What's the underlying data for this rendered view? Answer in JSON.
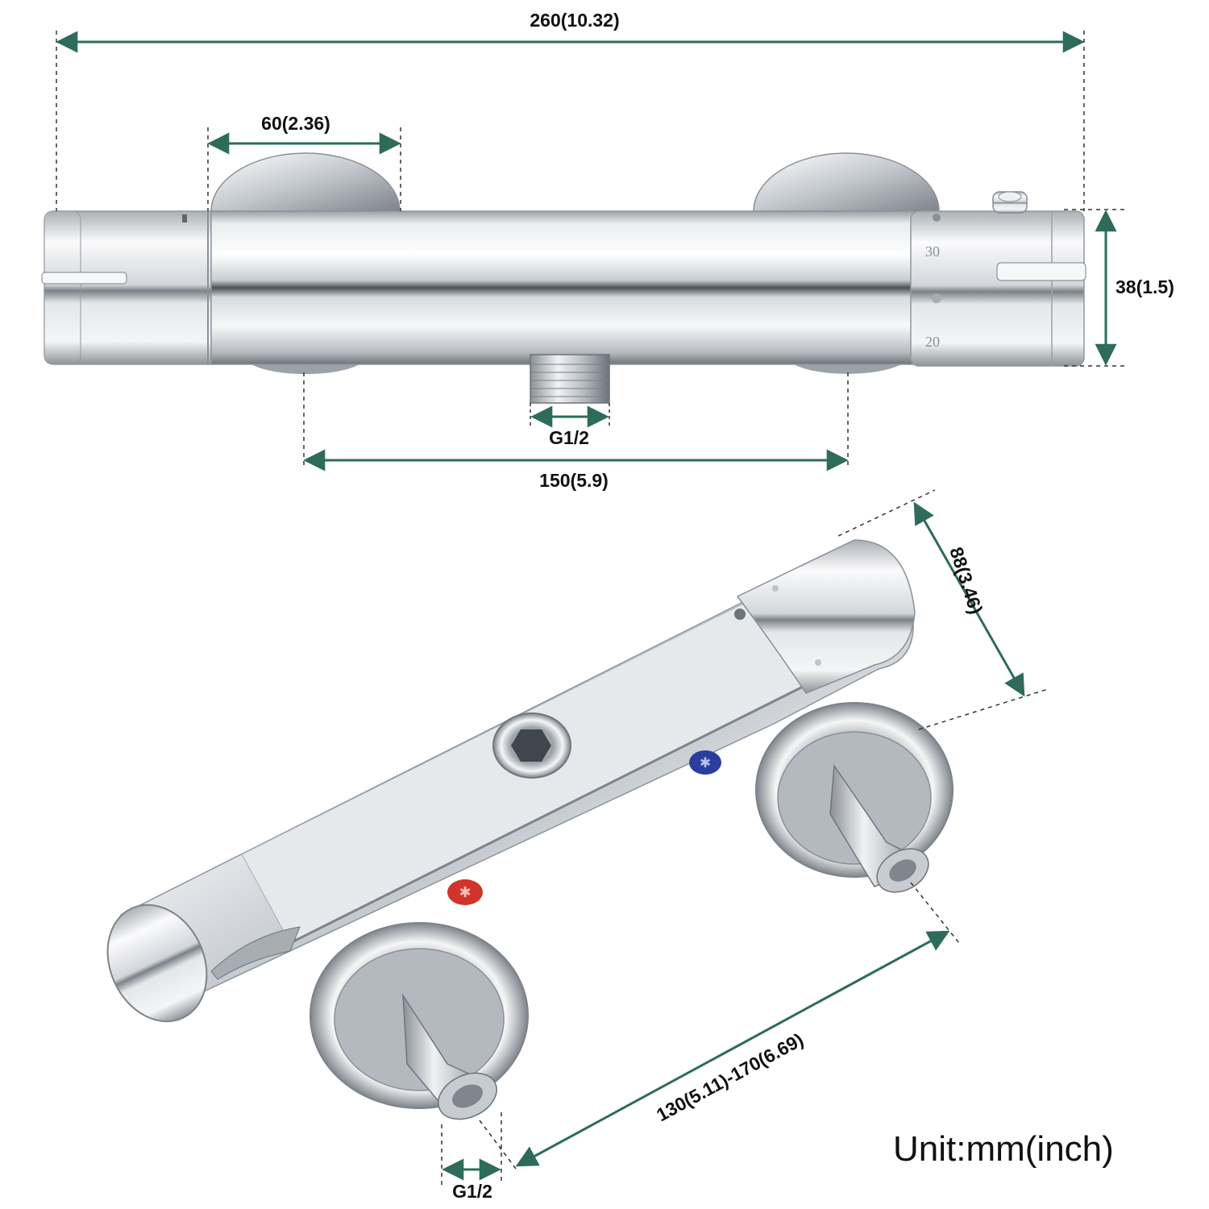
{
  "dimensions": {
    "total_length": "260(10.32)",
    "wall_flange_diameter": "60(2.36)",
    "body_diameter": "38(1.5)",
    "outlet_thread": "G1/2",
    "center_distance": "150(5.9)",
    "depth": "88(3.46)",
    "inlet_center_range": "130(5.11)-170(6.69)",
    "inlet_thread": "G1/2"
  },
  "temperature_scale": {
    "mark_high": "30",
    "mark_low": "20"
  },
  "unit_note": "Unit:mm(inch)",
  "colors": {
    "dimension_line": "#2e6b5b",
    "chrome_light": "#f2f4f6",
    "chrome_mid": "#c7ccd2",
    "chrome_dark": "#6d737b",
    "hot_marker": "#d0342a",
    "cold_marker": "#2b3d9e"
  }
}
